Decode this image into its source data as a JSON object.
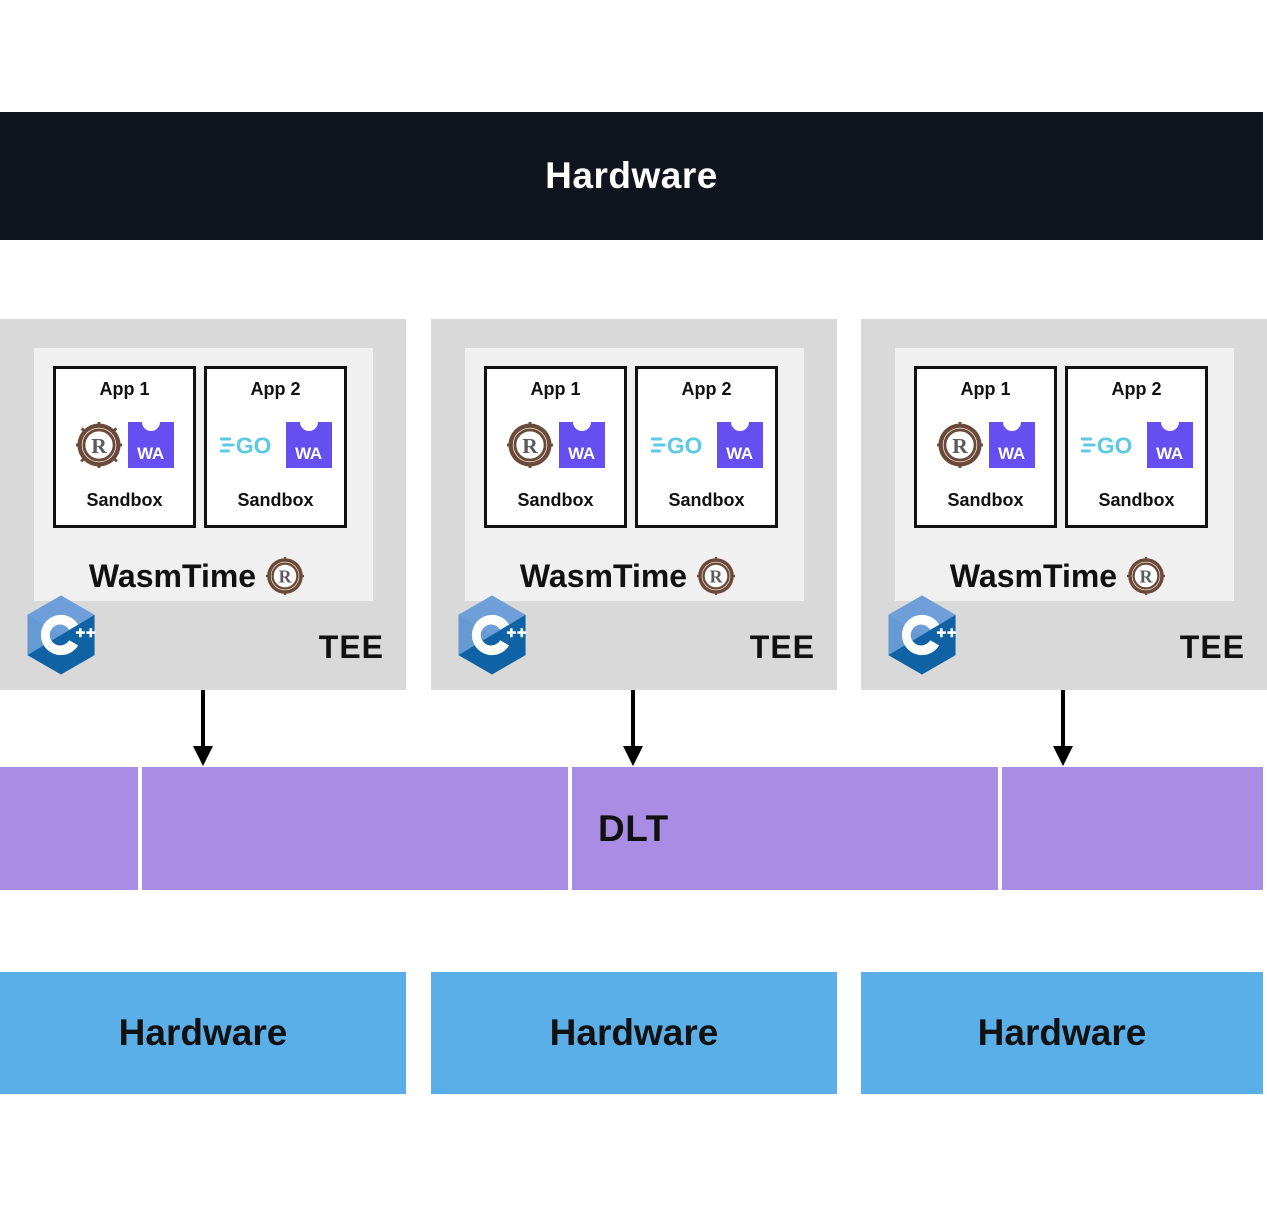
{
  "diagram": {
    "title": "TEE / WasmTime / DLT architecture stack",
    "colors": {
      "top_bar_bg": "#0f141d",
      "top_bar_text": "#ffffff",
      "tee_panel_bg": "#d9d9d9",
      "wasmtime_box_bg": "#f0f0f0",
      "app_box_bg": "#ffffff",
      "app_box_border": "#111111",
      "wasm_purple": "#654ff0",
      "rust_brown": "#6b4a3a",
      "go_blue": "#5dc9e2",
      "cpp_blue_light": "#659ad2",
      "cpp_blue_dark": "#00599c",
      "dlt_purple": "#a98ce4",
      "hardware_blue": "#5bafe8",
      "text_black": "#111111"
    }
  },
  "top_bar": {
    "label": "Hardware"
  },
  "tee_panels": [
    {
      "tee_label": "TEE",
      "runtime_label": "WasmTime",
      "runtime_logo": "rust-logo",
      "host_logo": "cpp-logo",
      "apps": [
        {
          "title": "App 1",
          "language_logo": "rust-logo",
          "wasm_logo": "webassembly-logo",
          "wasm_text": "WA",
          "sandbox_label": "Sandbox"
        },
        {
          "title": "App 2",
          "language_logo": "go-logo",
          "wasm_logo": "webassembly-logo",
          "wasm_text": "WA",
          "sandbox_label": "Sandbox"
        }
      ]
    },
    {
      "tee_label": "TEE",
      "runtime_label": "WasmTime",
      "runtime_logo": "rust-logo",
      "host_logo": "cpp-logo",
      "apps": [
        {
          "title": "App 1",
          "language_logo": "rust-logo",
          "wasm_logo": "webassembly-logo",
          "wasm_text": "WA",
          "sandbox_label": "Sandbox"
        },
        {
          "title": "App 2",
          "language_logo": "go-logo",
          "wasm_logo": "webassembly-logo",
          "wasm_text": "WA",
          "sandbox_label": "Sandbox"
        }
      ]
    },
    {
      "tee_label": "TEE",
      "runtime_label": "WasmTime",
      "runtime_logo": "rust-logo",
      "host_logo": "cpp-logo",
      "apps": [
        {
          "title": "App 1",
          "language_logo": "rust-logo",
          "wasm_logo": "webassembly-logo",
          "wasm_text": "WA",
          "sandbox_label": "Sandbox"
        },
        {
          "title": "App 2",
          "language_logo": "go-logo",
          "wasm_logo": "webassembly-logo",
          "wasm_text": "WA",
          "sandbox_label": "Sandbox"
        }
      ]
    }
  ],
  "connectors": [
    {
      "name": "arrow-tee-1-to-dlt",
      "direction": "down"
    },
    {
      "name": "arrow-tee-2-to-dlt",
      "direction": "down"
    },
    {
      "name": "arrow-tee-3-to-dlt",
      "direction": "down"
    }
  ],
  "dlt": {
    "label": "DLT",
    "segment_count": 4
  },
  "hardware_boxes": [
    {
      "label": "Hardware"
    },
    {
      "label": "Hardware"
    },
    {
      "label": "Hardware"
    }
  ]
}
